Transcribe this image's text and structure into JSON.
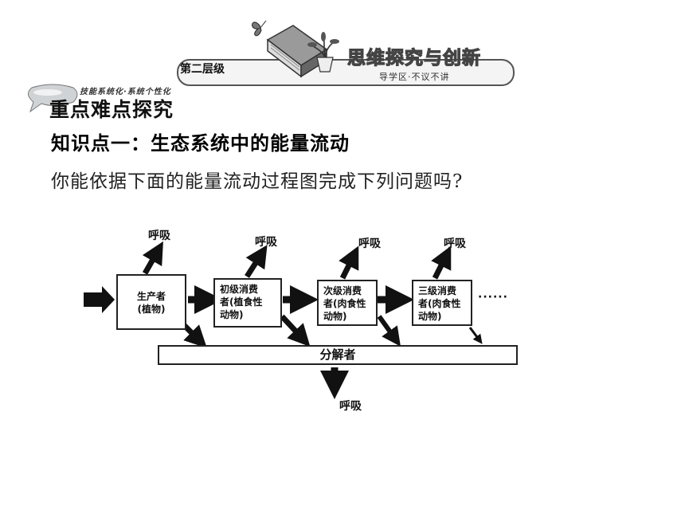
{
  "banner": {
    "level_tag": "第二层级",
    "title": "思维探究与创新",
    "subtitle": "导学区·不议不讲"
  },
  "section": {
    "subtitle": "技能系统化·系统个性化",
    "title": "重点难点探究"
  },
  "knowledge_point": {
    "heading": "知识点一：生态系统中的能量流动",
    "question": "你能依据下面的能量流动过程图完成下列问题吗?"
  },
  "diagram": {
    "respiration_label": "呼吸",
    "producer": {
      "line1": "生产者",
      "line2": "(植物)"
    },
    "primary": {
      "line1": "初级消费",
      "line2": "者(植食性",
      "line3": "动物)"
    },
    "secondary": {
      "line1": "次级消费",
      "line2": "者(肉食性",
      "line3": "动物)"
    },
    "tertiary": {
      "line1": "三级消费",
      "line2": "者(肉食性",
      "line3": "动物)"
    },
    "decomposer": "分解者",
    "continuation": "······"
  }
}
